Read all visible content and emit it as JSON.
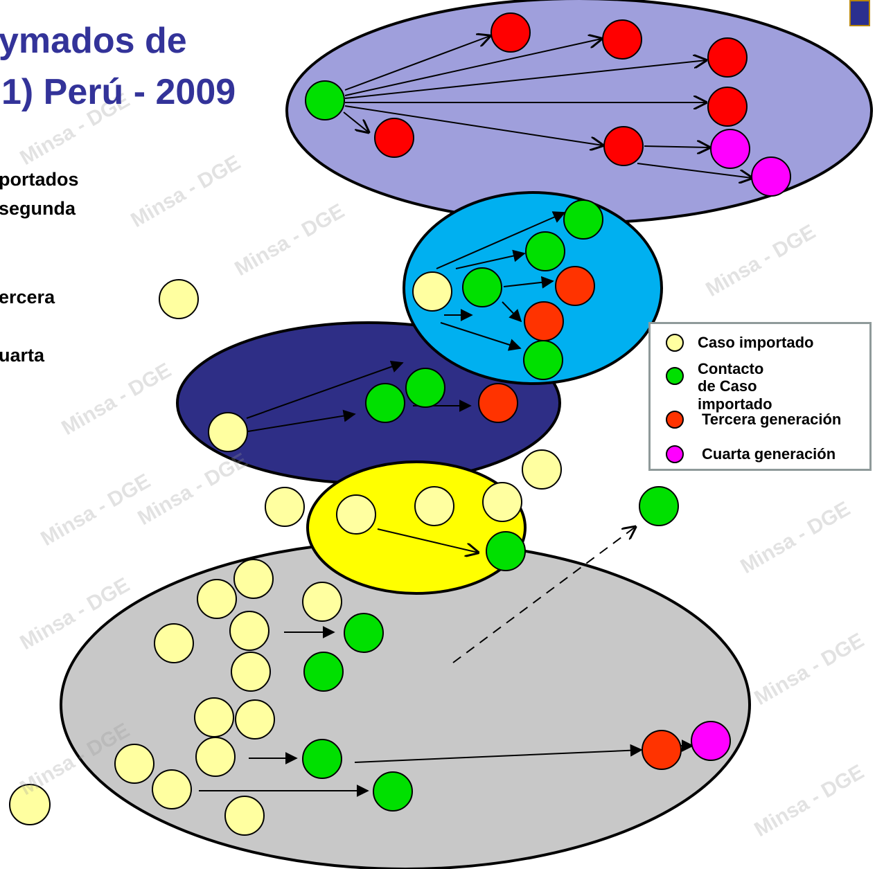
{
  "title": {
    "line1": "ymados de",
    "line2": "1) Perú - 2009"
  },
  "side_text": [
    "portados",
    "segunda",
    "ercera",
    "uarta"
  ],
  "watermark": "Minsa - DGE",
  "legend": {
    "items": [
      {
        "label": "Caso importado",
        "color": "#ffffa0"
      },
      {
        "label": "Contacto de Caso\nimportado",
        "color": "#00e000"
      },
      {
        "label": "Tercera generación",
        "color": "#ff3300"
      },
      {
        "label": "Cuarta generación",
        "color": "#ff00ff"
      }
    ]
  },
  "colors": {
    "imported": "#ffffa0",
    "contact": "#00e000",
    "third_red": "#ff0000",
    "third_orange": "#ff3300",
    "fourth": "#ff00ff",
    "ellipse_gray": "#c8c8c8",
    "ellipse_yellow": "#ffff00",
    "ellipse_navy": "#2e2e86",
    "ellipse_cyan": "#00b0f0",
    "ellipse_purple": "#9f9fdc"
  },
  "icons": {
    "logo": "institution-logo-icon"
  }
}
